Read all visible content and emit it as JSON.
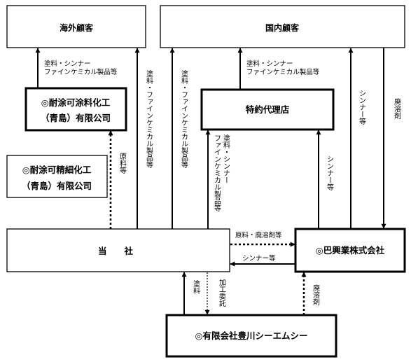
{
  "boxes": {
    "overseas": "海外顧客",
    "domestic": "国内顧客",
    "qingdao_coating_line1": "◎耐涂可涂料化工",
    "qingdao_coating_line2": "（青島）有限公司",
    "qingdao_fine_line1": "◎耐涂可精細化工",
    "qingdao_fine_line2": "（青島）有限公司",
    "agency": "特約代理店",
    "company": "当　　社",
    "tomoe": "◎巴興業株式会社",
    "toyokawa": "◎有限会社豊川シーエムシー"
  },
  "labels": {
    "coating_to_overseas_line1": "塗料・シンナー",
    "coating_to_overseas_line2": "ファインケミカル製品等",
    "agency_to_domestic_line1": "塗料・シンナー",
    "agency_to_domestic_line2": "ファインケミカル製品等",
    "raw_to_coating": "原料等",
    "company_to_overseas": "塗料・ファインケミカル製品等",
    "company_to_domestic": "塗料・ファインケミカル製品等",
    "company_to_agency_col1": "塗料・シンナー",
    "company_to_agency_col2": "ファインケミカル製品等",
    "tomoe_to_agency": "シンナー等",
    "tomoe_to_domestic": "シンナー等",
    "domestic_to_tomoe": "廃溶剤",
    "company_to_tomoe": "原料・廃溶剤等",
    "tomoe_to_company": "シンナー等",
    "toyokawa_to_company": "塗料",
    "company_to_toyokawa": "加工委託",
    "toyokawa_to_tomoe": "廃溶剤"
  }
}
